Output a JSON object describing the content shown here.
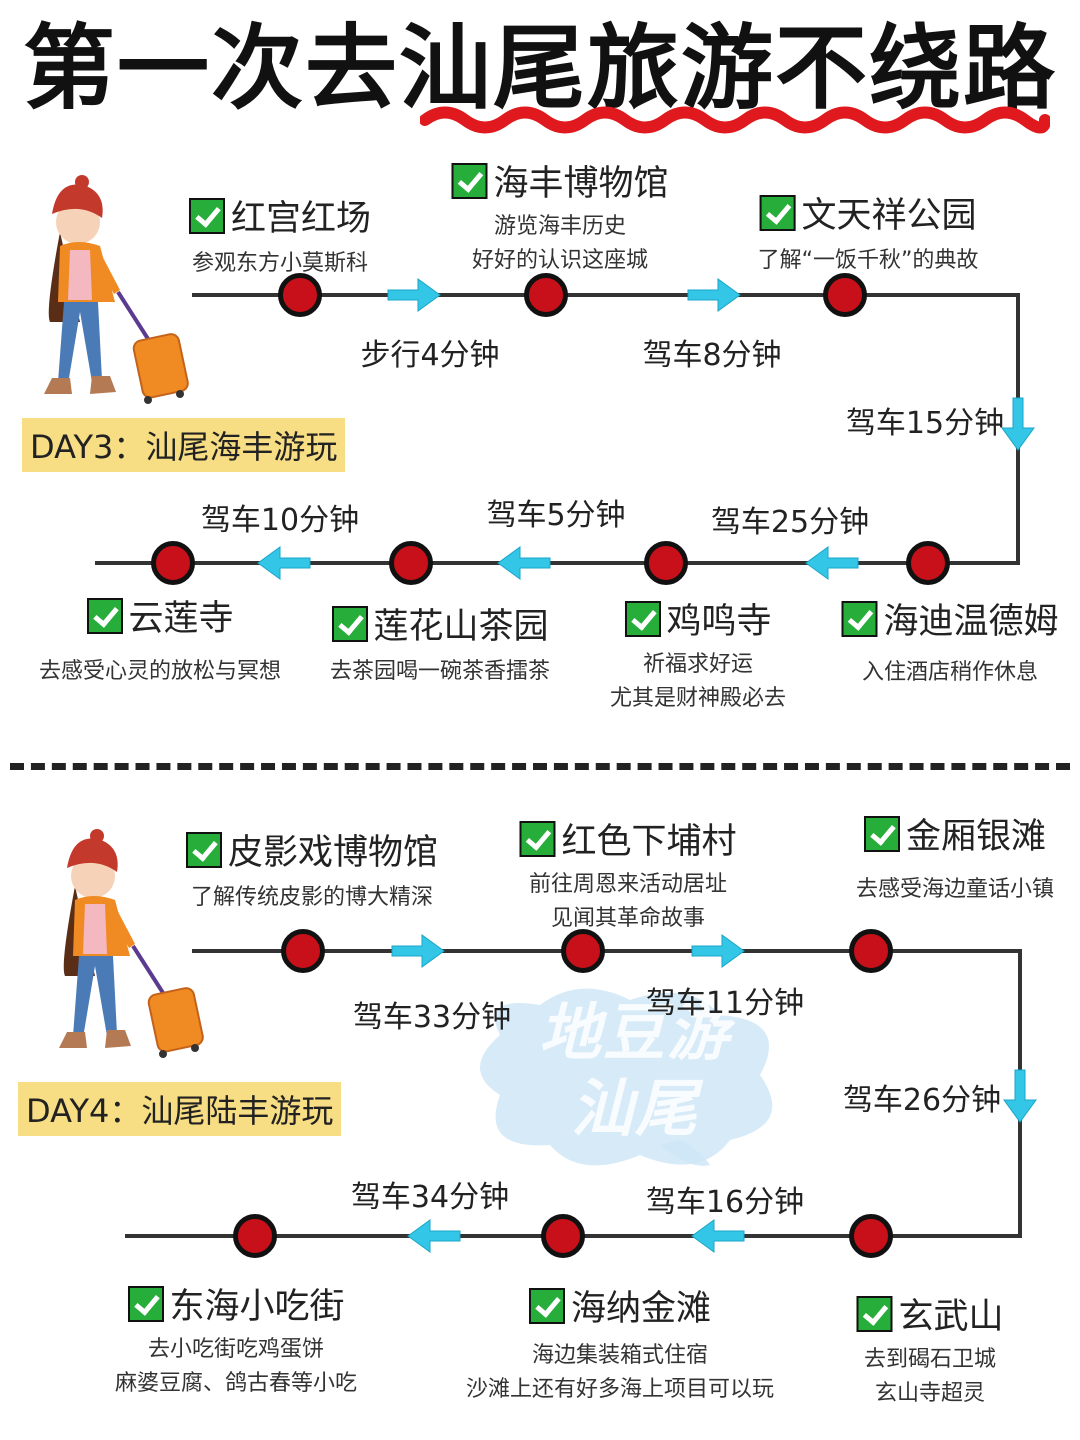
{
  "title": "第一次去汕尾旅游不绕路",
  "colors": {
    "accent_red": "#c8101a",
    "check_green": "#27ae3a",
    "arrow_cyan": "#33c6e6",
    "day_bg": "#f7dd83"
  },
  "day3": {
    "label": "DAY3：汕尾海丰游玩",
    "stops": [
      {
        "name": "红宫红场",
        "desc": [
          "参观东方小莫斯科"
        ]
      },
      {
        "name": "海丰博物馆",
        "desc": [
          "游览海丰历史",
          "好好的认识这座城"
        ]
      },
      {
        "name": "文天祥公园",
        "desc": [
          "了解“一饭千秋”的典故"
        ]
      },
      {
        "name": "海迪温德姆",
        "desc": [
          "入住酒店稍作休息"
        ]
      },
      {
        "name": "鸡鸣寺",
        "desc": [
          "祈福求好运",
          "尤其是财神殿必去"
        ]
      },
      {
        "name": "莲花山茶园",
        "desc": [
          "去茶园喝一碗茶香擂茶"
        ]
      },
      {
        "name": "云莲寺",
        "desc": [
          "去感受心灵的放松与冥想"
        ]
      }
    ],
    "segments": [
      "步行4分钟",
      "驾车8分钟",
      "驾车15分钟",
      "驾车25分钟",
      "驾车5分钟",
      "驾车10分钟"
    ]
  },
  "day4": {
    "label": "DAY4：汕尾陆丰游玩",
    "stops": [
      {
        "name": "皮影戏博物馆",
        "desc": [
          "了解传统皮影的博大精深"
        ]
      },
      {
        "name": "红色下埔村",
        "desc": [
          "前往周恩来活动居址",
          "见闻其革命故事"
        ]
      },
      {
        "name": "金厢银滩",
        "desc": [
          "去感受海边童话小镇"
        ]
      },
      {
        "name": "玄武山",
        "desc": [
          "去到碣石卫城",
          "玄山寺超灵"
        ]
      },
      {
        "name": "海纳金滩",
        "desc": [
          "海边集装箱式住宿",
          "沙滩上还有好多海上项目可以玩"
        ]
      },
      {
        "name": "东海小吃街",
        "desc": [
          "去小吃街吃鸡蛋饼",
          "麻婆豆腐、鸽古春等小吃"
        ]
      }
    ],
    "segments": [
      "驾车33分钟",
      "驾车11分钟",
      "驾车26分钟",
      "驾车16分钟",
      "驾车34分钟"
    ]
  },
  "watermark": [
    "地豆游",
    "汕尾"
  ]
}
